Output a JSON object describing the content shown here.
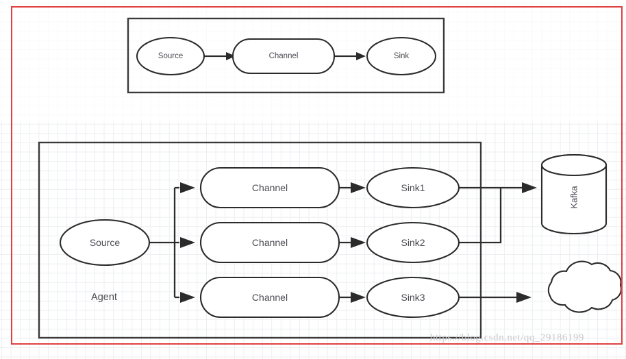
{
  "diagram": {
    "title": "Flume Agent data flow",
    "colors": {
      "stroke": "#2b2b2b",
      "label": "#4a4a52",
      "border_red": "#e0403f",
      "grid": "#e9ecef",
      "watermark": "#c9c9cc"
    },
    "simple_flow": {
      "frame_label": "simple-flow-frame",
      "nodes": [
        {
          "id": "source",
          "label": "Source",
          "shape": "ellipse"
        },
        {
          "id": "channel",
          "label": "Channel",
          "shape": "rounded-rect"
        },
        {
          "id": "sink",
          "label": "Sink",
          "shape": "ellipse"
        }
      ],
      "edges": [
        {
          "from": "Source",
          "to": "Channel"
        },
        {
          "from": "Channel",
          "to": "Sink"
        }
      ]
    },
    "agent_flow": {
      "frame_label": "Agent",
      "source": {
        "label": "Source",
        "shape": "ellipse"
      },
      "rows": [
        {
          "channel": "Channel",
          "sink": "Sink1",
          "target": "Kafka"
        },
        {
          "channel": "Channel",
          "sink": "Sink2",
          "target": "Kafka"
        },
        {
          "channel": "Channel",
          "sink": "Sink3",
          "target": "Cloud"
        }
      ],
      "targets": [
        {
          "id": "kafka",
          "label": "Kafka",
          "shape": "cylinder",
          "label_rotated": true
        },
        {
          "id": "cloud",
          "label": "",
          "shape": "cloud",
          "label_rotated": false
        }
      ]
    },
    "watermark": "https://blog.csdn.net/qq_29186199"
  }
}
